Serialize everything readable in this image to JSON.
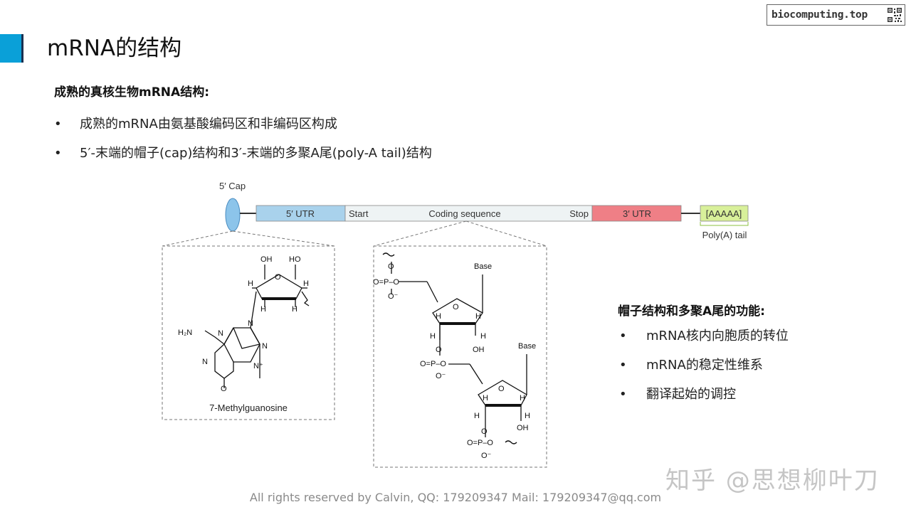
{
  "slide": {
    "title": "mRNA的结构",
    "logo_text": "biocomputing.top",
    "section1_heading": "成熟的真核生物mRNA结构:",
    "bullets1": [
      "成熟的mRNA由氨基酸编码区和非编码区构成",
      "5′-末端的帽子(cap)结构和3′-末端的多聚A尾(poly-A  tail)结构"
    ],
    "section2_heading": "帽子结构和多聚A尾的功能:",
    "bullets2": [
      "mRNA核内向胞质的转位",
      "mRNA的稳定性维系",
      "翻译起始的调控"
    ],
    "footer": "All rights reserved by Calvin,  QQ: 179209347   Mail: 179209347@qq.com",
    "watermark": "知乎 @思想柳叶刀"
  },
  "diagram": {
    "cap_label": "5′ Cap",
    "utr5": "5′ UTR",
    "start": "Start",
    "coding": "Coding sequence",
    "stop": "Stop",
    "utr3": "3′ UTR",
    "polya": "[AAAAA]",
    "polya_label": "Poly(A) tail",
    "guanosine_label": "7-Methylguanosine",
    "base_label_1": "Base",
    "base_label_2": "Base",
    "colors": {
      "utr5": "#a9d2ec",
      "coding": "#eef3f4",
      "utr3": "#ef7f86",
      "polya": "#d8f09a",
      "cap": "#8cc4ea"
    }
  }
}
